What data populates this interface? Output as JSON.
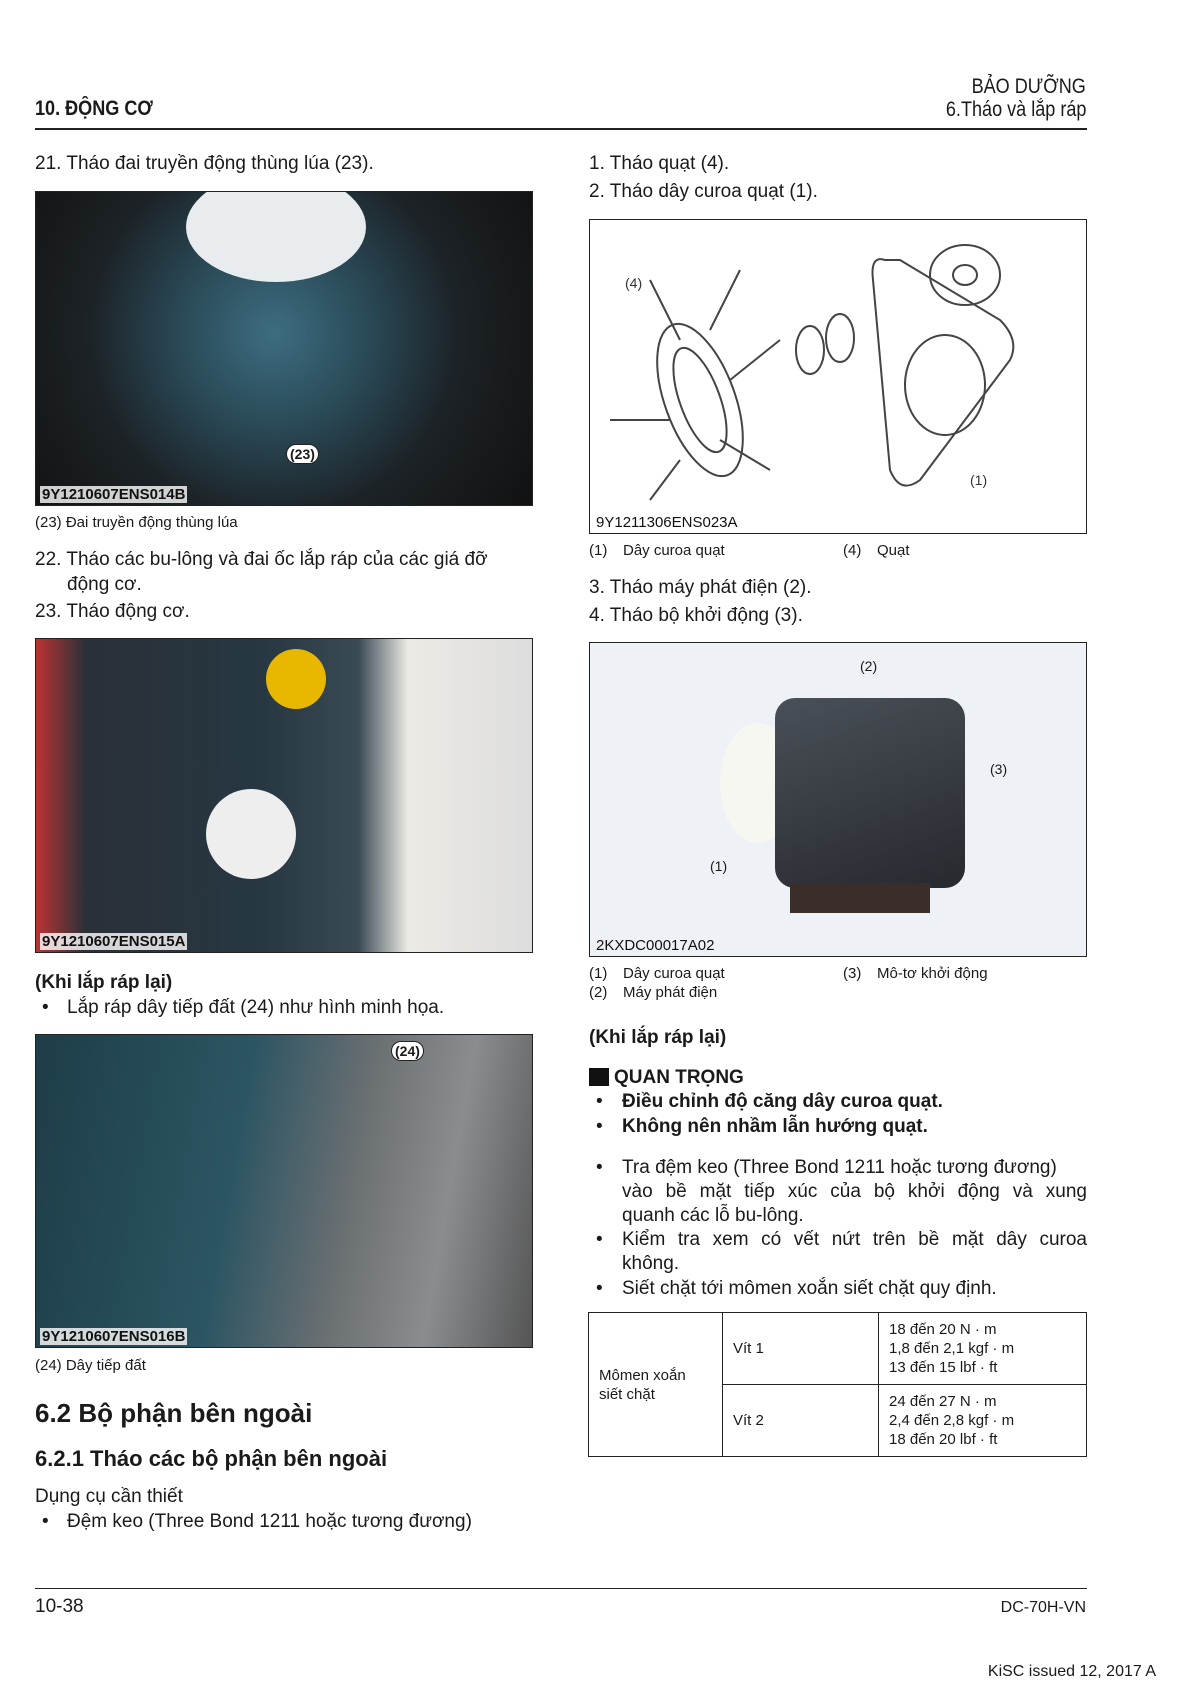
{
  "header": {
    "section": "10. ĐỘNG CƠ",
    "chapter": "BẢO DƯỠNG",
    "subsection": "6.Tháo và lắp ráp"
  },
  "left": {
    "step21": "21. Tháo đai truyền động thùng lúa (23).",
    "photo1": {
      "code": "9Y1210607ENS014B",
      "callout": "(23)",
      "caption": "(23) Đai truyền động thùng lúa"
    },
    "step22a": "22. Tháo các bu-lông và đai ốc lắp ráp của các giá đỡ",
    "step22b": "động cơ.",
    "step23": "23. Tháo động cơ.",
    "photo2": {
      "code": "9Y1210607ENS015A"
    },
    "reassembly": "(Khi lắp ráp lại)",
    "reassembly_bullet": "Lắp ráp dây tiếp đất (24) như hình minh họa.",
    "photo3": {
      "code": "9Y1210607ENS016B",
      "callout": "(24)",
      "caption": "(24) Dây tiếp đất"
    },
    "h62": "6.2 Bộ phận bên ngoài",
    "h621": "6.2.1 Tháo các bộ phận bên ngoài",
    "tools_label": "Dụng cụ cần thiết",
    "tools_bullet": "Đệm keo (Three Bond 1211 hoặc tương đương)"
  },
  "right": {
    "step1": "1.  Tháo quạt (4).",
    "step2": "2.  Tháo dây curoa quạt (1).",
    "fig1": {
      "code": "9Y1211306ENS023A",
      "label4": "(4)",
      "label1": "(1)",
      "cap1_num": "(1)",
      "cap1": "Dây curoa quạt",
      "cap4_num": "(4)",
      "cap4": "Quạt"
    },
    "step3": "3.  Tháo máy phát điện (2).",
    "step4": "4.  Tháo bộ khởi động (3).",
    "fig2": {
      "code": "2KXDC00017A02",
      "label1": "(1)",
      "label2": "(2)",
      "label3": "(3)",
      "cap1_num": "(1)",
      "cap1": "Dây curoa quạt",
      "cap2_num": "(2)",
      "cap2": "Máy phát điện",
      "cap3_num": "(3)",
      "cap3": "Mô-tơ khởi động"
    },
    "reassembly": "(Khi lắp ráp lại)",
    "important": "QUAN TRỌNG",
    "important_bullets": [
      "Điều chỉnh độ căng dây curoa quạt.",
      "Không nên nhầm lẫn hướng quạt."
    ],
    "bullets": [
      [
        "Tra đệm keo (Three Bond 1211 hoặc tương đương)",
        "vào bề mặt tiếp xúc của bộ khởi động và xung",
        "quanh các lỗ bu-lông."
      ],
      [
        "Kiểm tra xem có vết nứt trên bề mặt dây curoa",
        "không."
      ],
      [
        "Siết chặt tới mômen xoắn siết chặt quy định."
      ]
    ],
    "table": {
      "label_a": "Mômen xoắn",
      "label_b": "siết chặt",
      "rows": [
        {
          "name": "Vít 1",
          "v": [
            "18 đến 20 N · m",
            "1,8 đến 2,1 kgf · m",
            "13 đến 15 lbf · ft"
          ]
        },
        {
          "name": "Vít 2",
          "v": [
            "24 đến 27 N · m",
            "2,4 đến 2,8 kgf · m",
            "18 đến 20 lbf · ft"
          ]
        }
      ]
    }
  },
  "footer": {
    "page": "10-38",
    "doc": "DC-70H-VN",
    "issued": "KiSC issued 12, 2017 A"
  }
}
